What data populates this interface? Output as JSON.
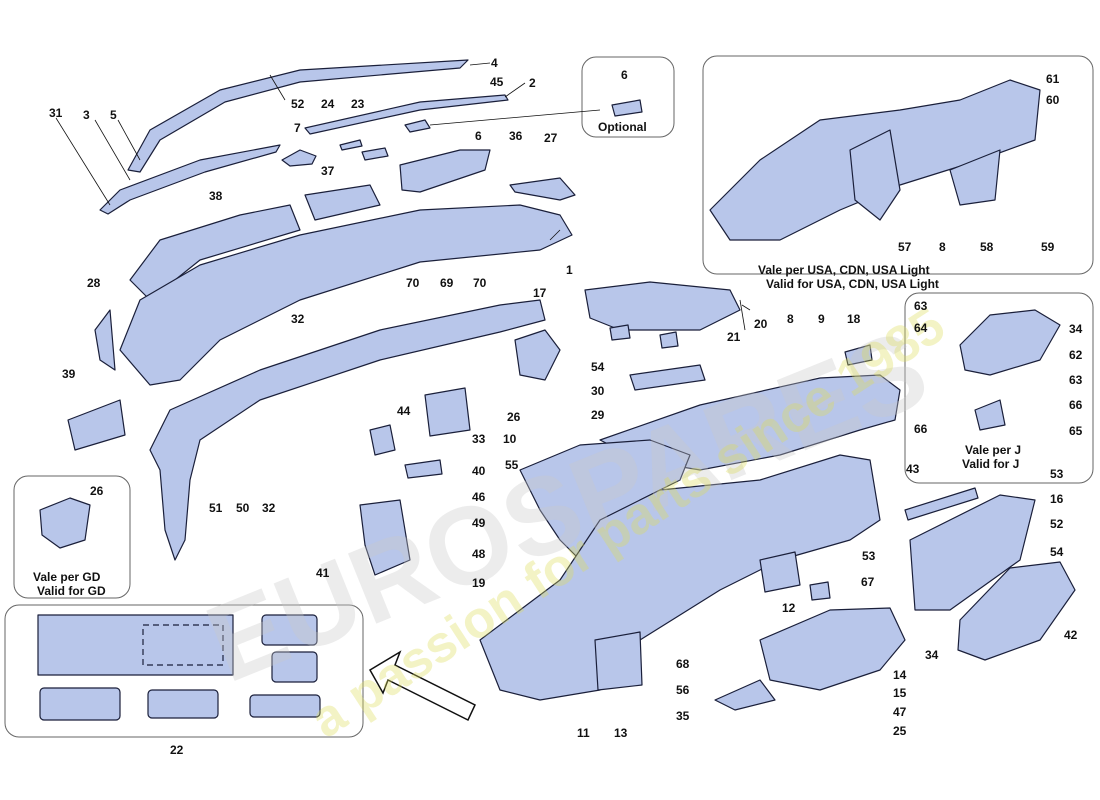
{
  "colors": {
    "part_fill": "#b8c6ea",
    "part_stroke": "#1a1f3a",
    "watermark": "#e0dc6a"
  },
  "watermark": {
    "brand": "EUROSPARES",
    "tagline": "a passion for parts since 1985"
  },
  "panels": {
    "optional": {
      "number": "6",
      "label": "Optional"
    },
    "usa": {
      "line1": "Vale per USA, CDN, USA Light",
      "line2": "Valid for USA, CDN, USA Light",
      "numbers": [
        "61",
        "60",
        "57",
        "8",
        "58",
        "59"
      ]
    },
    "j": {
      "line1": "Vale per J",
      "line2": "Valid for J",
      "numbers": [
        "63",
        "64",
        "34",
        "62",
        "63",
        "66",
        "66",
        "65"
      ]
    },
    "gd": {
      "line1": "Vale per GD",
      "line2": "Valid for GD",
      "numbers": [
        "26"
      ]
    },
    "kit": {
      "number": "22"
    }
  },
  "callouts": [
    "4",
    "45",
    "2",
    "52",
    "31",
    "3",
    "5",
    "24",
    "23",
    "7",
    "6",
    "36",
    "27",
    "37",
    "38",
    "1",
    "28",
    "70",
    "69",
    "70",
    "32",
    "17",
    "20",
    "8",
    "9",
    "18",
    "21",
    "54",
    "30",
    "29",
    "39",
    "44",
    "33",
    "10",
    "55",
    "26",
    "40",
    "46",
    "49",
    "48",
    "19",
    "51",
    "50",
    "32",
    "41",
    "43",
    "53",
    "16",
    "52",
    "54",
    "53",
    "67",
    "12",
    "13",
    "11",
    "68",
    "56",
    "35",
    "34",
    "14",
    "15",
    "47",
    "25",
    "42"
  ]
}
